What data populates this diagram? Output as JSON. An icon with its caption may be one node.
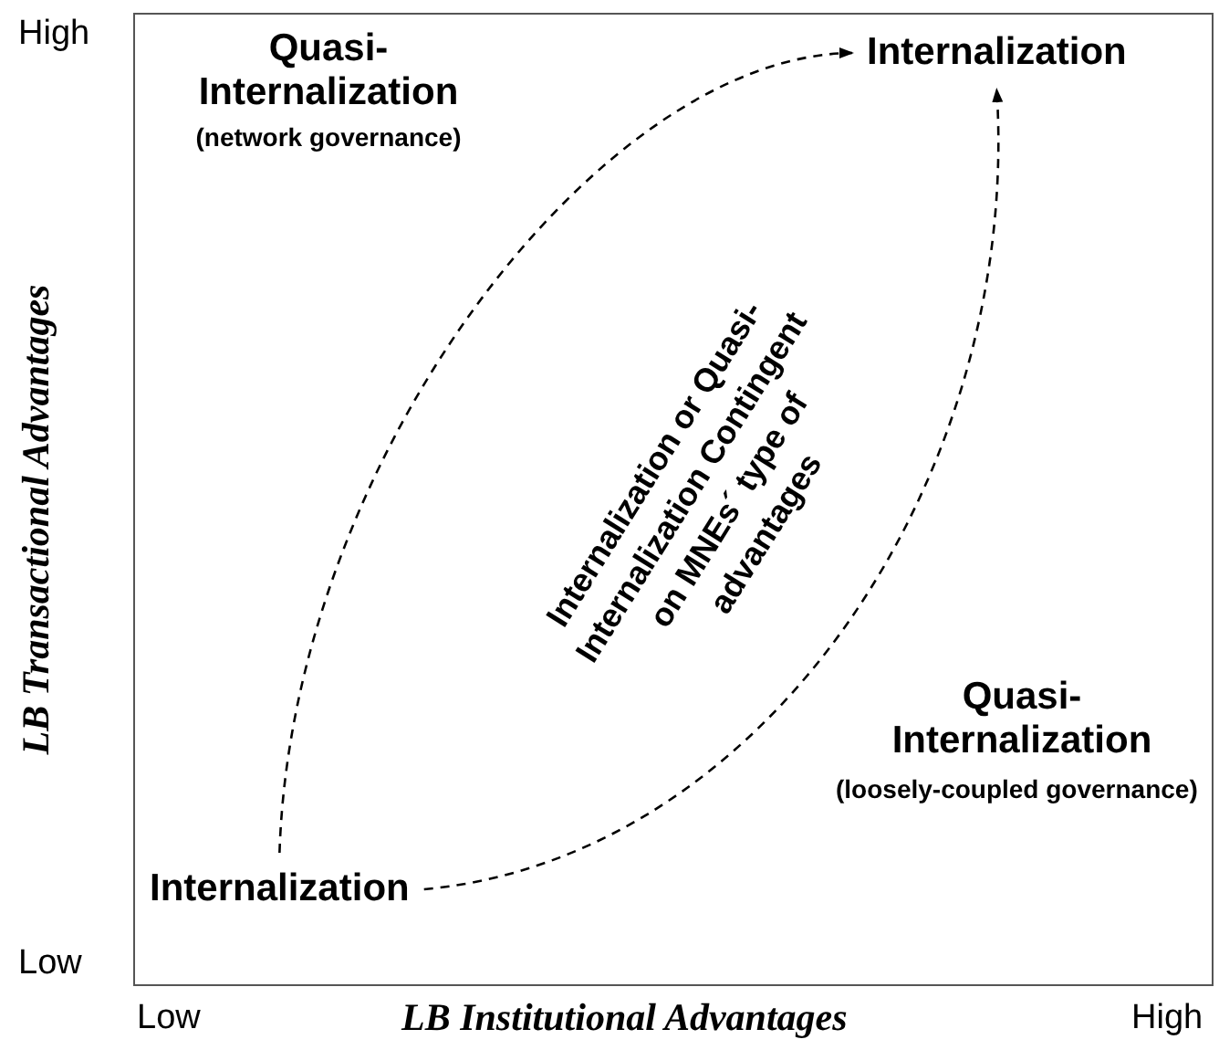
{
  "diagram": {
    "nodes": [
      {
        "text": [
          "Internalization"
        ]
      },
      {
        "text": [
          "Internalization"
        ]
      }
    ],
    "edges": [
      {
        "from": 1,
        "to": 0,
        "arrow": "to",
        "style": "dashed"
      },
      {
        "from": 1,
        "to": 0,
        "arrow": "to",
        "style": "dashed"
      }
    ],
    "labels": [
      "High",
      "Quasi-Internalization",
      "(network governance)",
      "LB Transactional Advantages",
      "Internalization or Quasi-Internalization Contingent on MNEs´ type of advantages",
      "Quasi-Internalization",
      "(loosely-coupled governance)",
      "Low",
      "Low",
      "LB Institutional Advantages",
      "High"
    ]
  }
}
